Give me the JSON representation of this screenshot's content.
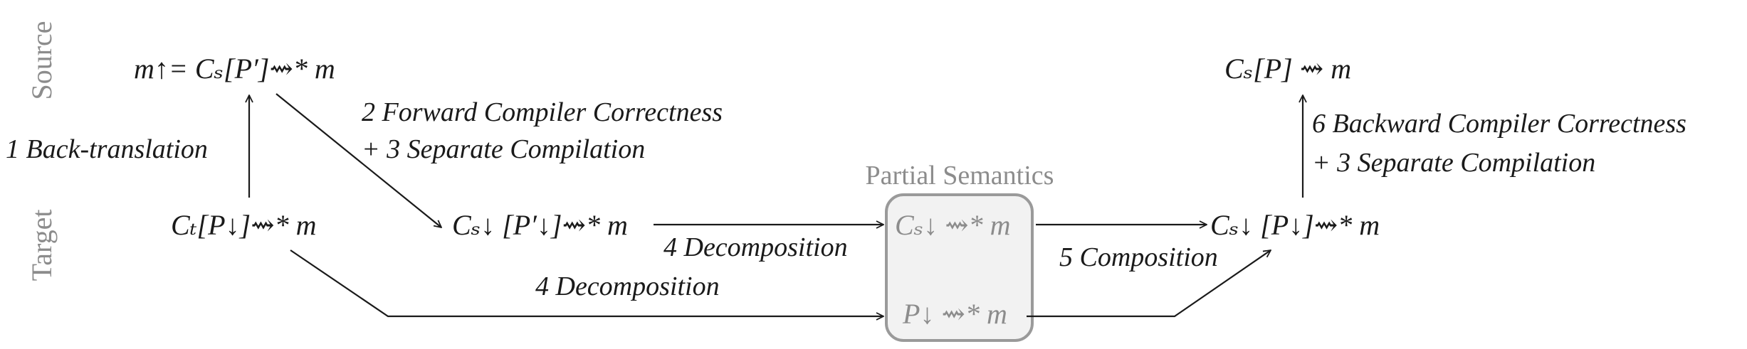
{
  "side_labels": {
    "source": "Source",
    "target": "Target"
  },
  "region": {
    "partial_semantics_label": "Partial Semantics"
  },
  "nodes": {
    "source_backtrans": "m↑= Cₛ[P′]⇝* m",
    "target_compiled": "Cₜ[P↓]⇝* m",
    "target_separate": "Cₛ↓ [P′↓]⇝* m",
    "partial_context": "Cₛ↓ ⇝* m",
    "partial_program": "P↓ ⇝* m",
    "target_composed": "Cₛ↓ [P↓]⇝* m",
    "source_result": "Cₛ[P] ⇝ m"
  },
  "edges": {
    "back_translation": "1 Back-translation",
    "fcc_line1": "2 Forward Compiler Correctness",
    "fcc_line2": "+ 3 Separate Compilation",
    "decomposition_top": "4 Decomposition",
    "decomposition_bottom": "4 Decomposition",
    "composition": "5 Composition",
    "bcc_line1": "6 Backward Compiler Correctness",
    "bcc_line2": "+ 3 Separate Compilation"
  },
  "colors": {
    "ink": "#1a1a1a",
    "muted": "#8c8c8c",
    "box_fill": "#f2f2f2",
    "box_stroke": "#9a9a9a"
  }
}
